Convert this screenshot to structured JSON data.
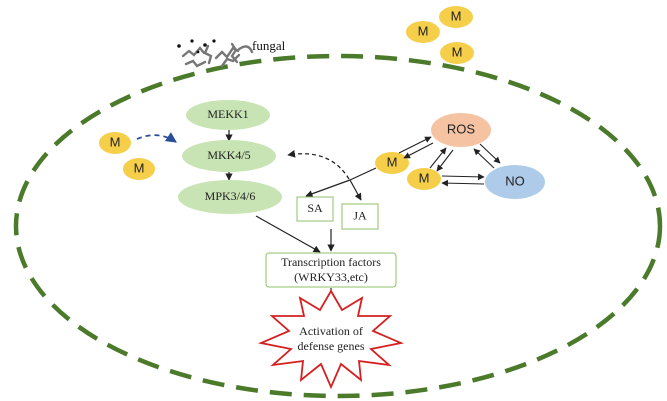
{
  "labels": {
    "fungal": "fungal",
    "m_symbol": "M",
    "mekk1": "MEKK1",
    "mkk45": "MKK4/5",
    "mpk346": "MPK3/4/6",
    "ros": "ROS",
    "no": "NO",
    "sa": "SA",
    "ja": "JA",
    "tf_line1": "Transcription factors",
    "tf_line2": "(WRKY33,etc)",
    "act_line1": "Activation of",
    "act_line2": "defense genes"
  },
  "colors": {
    "membrane": "#4a7a2a",
    "m_fill": "#f6cf4a",
    "mapk_fill": "#c9e4b4",
    "ros_fill": "#f5c2a2",
    "no_fill": "#aecbea",
    "box_stroke": "#8cc26a",
    "star_stroke": "#d42020",
    "dashed_blue": "#2a4e9a",
    "arrow": "#222222"
  },
  "icons": {
    "fungal": "fungal-hyphae-icon",
    "burst": "starburst-icon"
  }
}
